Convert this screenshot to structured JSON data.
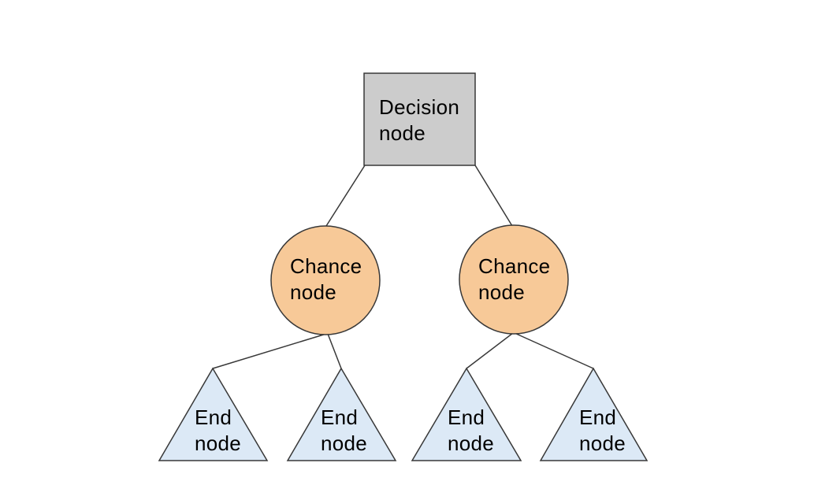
{
  "diagram": {
    "type": "decision-tree",
    "colors": {
      "background": "#ffffff",
      "decision_fill": "#cccccc",
      "chance_fill": "#f7c998",
      "end_fill": "#dce9f6",
      "shape_stroke": "#383838",
      "edge_stroke": "#383838",
      "text": "#000000"
    },
    "nodes": {
      "decision": {
        "shape": "square",
        "line1": "Decision",
        "line2": "node"
      },
      "chance_left": {
        "shape": "circle",
        "line1": "Chance",
        "line2": "node"
      },
      "chance_right": {
        "shape": "circle",
        "line1": "Chance",
        "line2": "node"
      },
      "end_1": {
        "shape": "triangle",
        "line1": "End",
        "line2": "node"
      },
      "end_2": {
        "shape": "triangle",
        "line1": "End",
        "line2": "node"
      },
      "end_3": {
        "shape": "triangle",
        "line1": "End",
        "line2": "node"
      },
      "end_4": {
        "shape": "triangle",
        "line1": "End",
        "line2": "node"
      }
    },
    "edges": [
      {
        "from": "decision",
        "to": "chance_left"
      },
      {
        "from": "decision",
        "to": "chance_right"
      },
      {
        "from": "chance_left",
        "to": "end_1"
      },
      {
        "from": "chance_left",
        "to": "end_2"
      },
      {
        "from": "chance_right",
        "to": "end_3"
      },
      {
        "from": "chance_right",
        "to": "end_4"
      }
    ]
  }
}
